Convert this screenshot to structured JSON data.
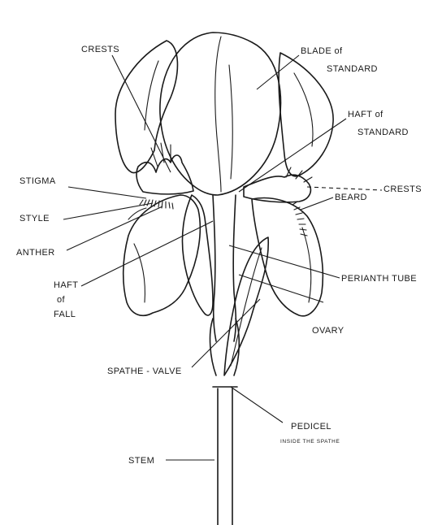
{
  "labels": {
    "crests_top": "CRESTS",
    "blade_line1": "BLADE of",
    "blade_line2": "STANDARD",
    "haft_std_line1": "HAFT of",
    "haft_std_line2": "STANDARD",
    "stigma": "STIGMA",
    "crests_right": "CRESTS",
    "beard": "BEARD",
    "style": "STYLE",
    "anther": "ANTHER",
    "haft_fall_line1": "HAFT",
    "haft_fall_line2": "of",
    "haft_fall_line3": "FALL",
    "perianth_tube": "PERIANTH TUBE",
    "ovary": "OVARY",
    "spathe_valve": "SPATHE - VALVE",
    "pedicel": "PEDICEL",
    "pedicel_note": "INSIDE THE SPATHE",
    "stem": "STEM"
  }
}
